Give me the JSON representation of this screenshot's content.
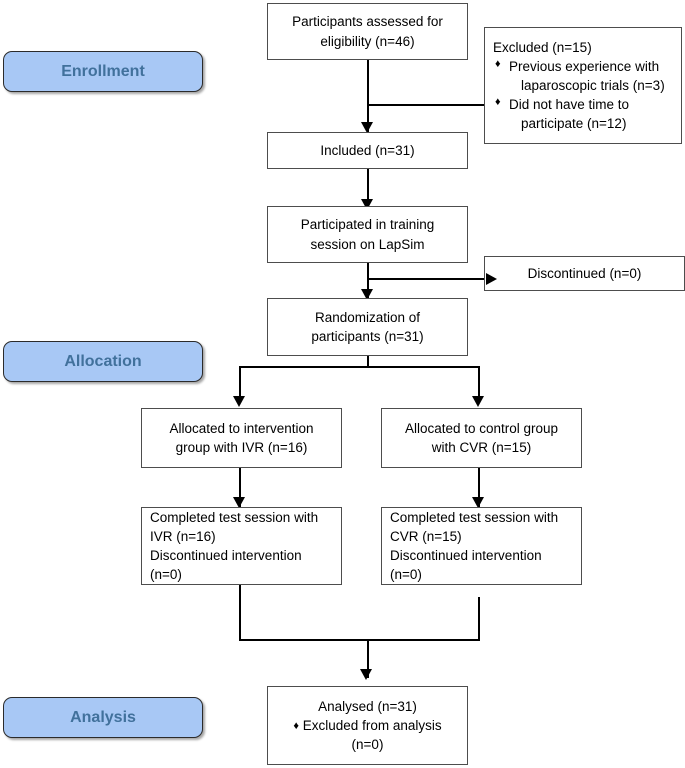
{
  "diagram": {
    "title": "CONSORT participant flow diagram",
    "type": "flowchart",
    "colors": {
      "stage_fill": "#a8c8f5",
      "stage_text": "#41719c",
      "stage_border": "#2b2b2b",
      "box_border": "#4d4d4d",
      "connector": "#000000",
      "background": "#ffffff"
    }
  },
  "stages": [
    {
      "id": "enrollment",
      "label": "Enrollment"
    },
    {
      "id": "allocation",
      "label": "Allocation"
    },
    {
      "id": "analysis",
      "label": "Analysis"
    }
  ],
  "boxes": {
    "assessed": {
      "line1": "Participants assessed for",
      "line2": "eligibility (n=46)"
    },
    "excluded": {
      "heading": "Excluded (n=15)",
      "bullet": "♦",
      "items": [
        {
          "line1": "Previous experience with",
          "line2": "laparoscopic trials (n=3)"
        },
        {
          "line1": "Did not have time to",
          "line2": "participate (n=12)"
        }
      ]
    },
    "included": {
      "line1": "Included (n=31)"
    },
    "training": {
      "line1": "Participated in training",
      "line2": "session on LapSim"
    },
    "discontinued": {
      "line1": "Discontinued (n=0)"
    },
    "randomization": {
      "line1": "Randomization of",
      "line2": "participants (n=31)"
    },
    "allocated_intervention": {
      "line1": "Allocated to intervention",
      "line2": "group with IVR (n=16)"
    },
    "allocated_control": {
      "line1": "Allocated to control group",
      "line2": "with CVR (n=15)"
    },
    "completed_intervention": {
      "line1": "Completed test session with",
      "line2": "IVR (n=16)",
      "line3": "Discontinued intervention",
      "line4": "(n=0)"
    },
    "completed_control": {
      "line1": "Completed test session with",
      "line2": "CVR (n=15)",
      "line3": "Discontinued intervention",
      "line4": "(n=0)"
    },
    "analysed": {
      "line1": "Analysed (n=31)",
      "bullet": "♦",
      "line2": "Excluded from analysis",
      "line3": "(n=0)"
    }
  }
}
